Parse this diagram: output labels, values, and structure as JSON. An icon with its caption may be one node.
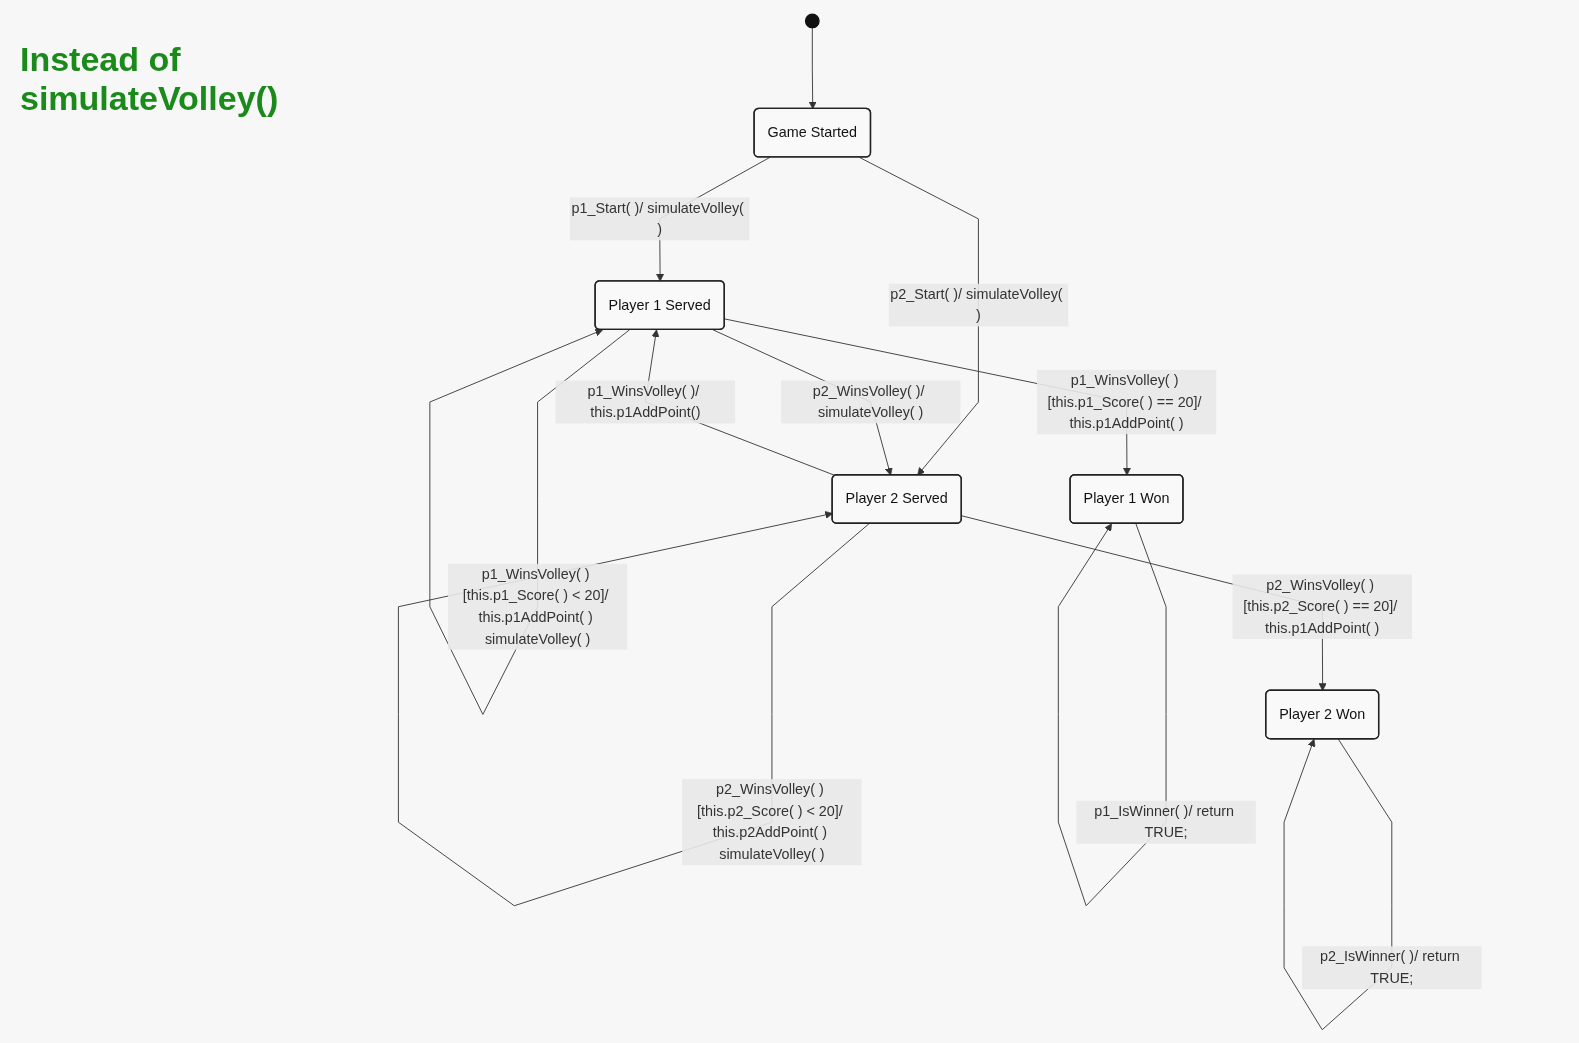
{
  "diagram": {
    "nodes": [
      {
        "text": [],
        "shape": "circle"
      },
      {
        "text": [
          "Game Started"
        ]
      },
      {
        "text": [
          "Player 1 Served"
        ]
      },
      {
        "text": [
          "Player 2 Served"
        ]
      },
      {
        "text": [
          "Player 1 Won"
        ]
      },
      {
        "text": [
          "Player 2 Won"
        ]
      }
    ],
    "edges": [
      {
        "from": 0,
        "to": 1,
        "arrow": "to"
      },
      {
        "from": 1,
        "to": 2,
        "arrow": "to",
        "label": "p1_Start( )/ simulateVolley( )"
      },
      {
        "from": 1,
        "to": 3,
        "arrow": "to",
        "label": "p2_Start( )/ simulateVolley( )"
      },
      {
        "from": 2,
        "to": 2,
        "arrow": "to",
        "label": "p1_WinsVolley( ) [this.p1_Score( ) < 20]/ this.p1AddPoint( ) simulateVolley( )"
      },
      {
        "from": 3,
        "to": 3,
        "arrow": "to",
        "label": "p2_WinsVolley( ) [this.p2_Score( ) < 20]/ this.p2AddPoint( ) simulateVolley( )"
      },
      {
        "from": 3,
        "to": 2,
        "arrow": "to",
        "label": "p1_WinsVolley( )/ this.p1AddPoint()"
      },
      {
        "from": 2,
        "to": 3,
        "arrow": "to",
        "label": "p2_WinsVolley( )/ simulateVolley( )"
      },
      {
        "from": 2,
        "to": 4,
        "arrow": "to",
        "label": "p1_WinsVolley( ) [this.p1_Score( ) == 20]/ this.p1AddPoint( )"
      },
      {
        "from": 3,
        "to": 5,
        "arrow": "to",
        "label": "p2_WinsVolley( ) [this.p2_Score( ) == 20]/ this.p1AddPoint( )"
      },
      {
        "from": 4,
        "to": 4,
        "arrow": "to",
        "label": "p1_IsWinner( )/ return TRUE;"
      },
      {
        "from": 5,
        "to": 5,
        "arrow": "to",
        "label": "p2_IsWinner( )/ return TRUE;"
      }
    ],
    "labels": [
      "Instead of simulateVolley()"
    ]
  }
}
